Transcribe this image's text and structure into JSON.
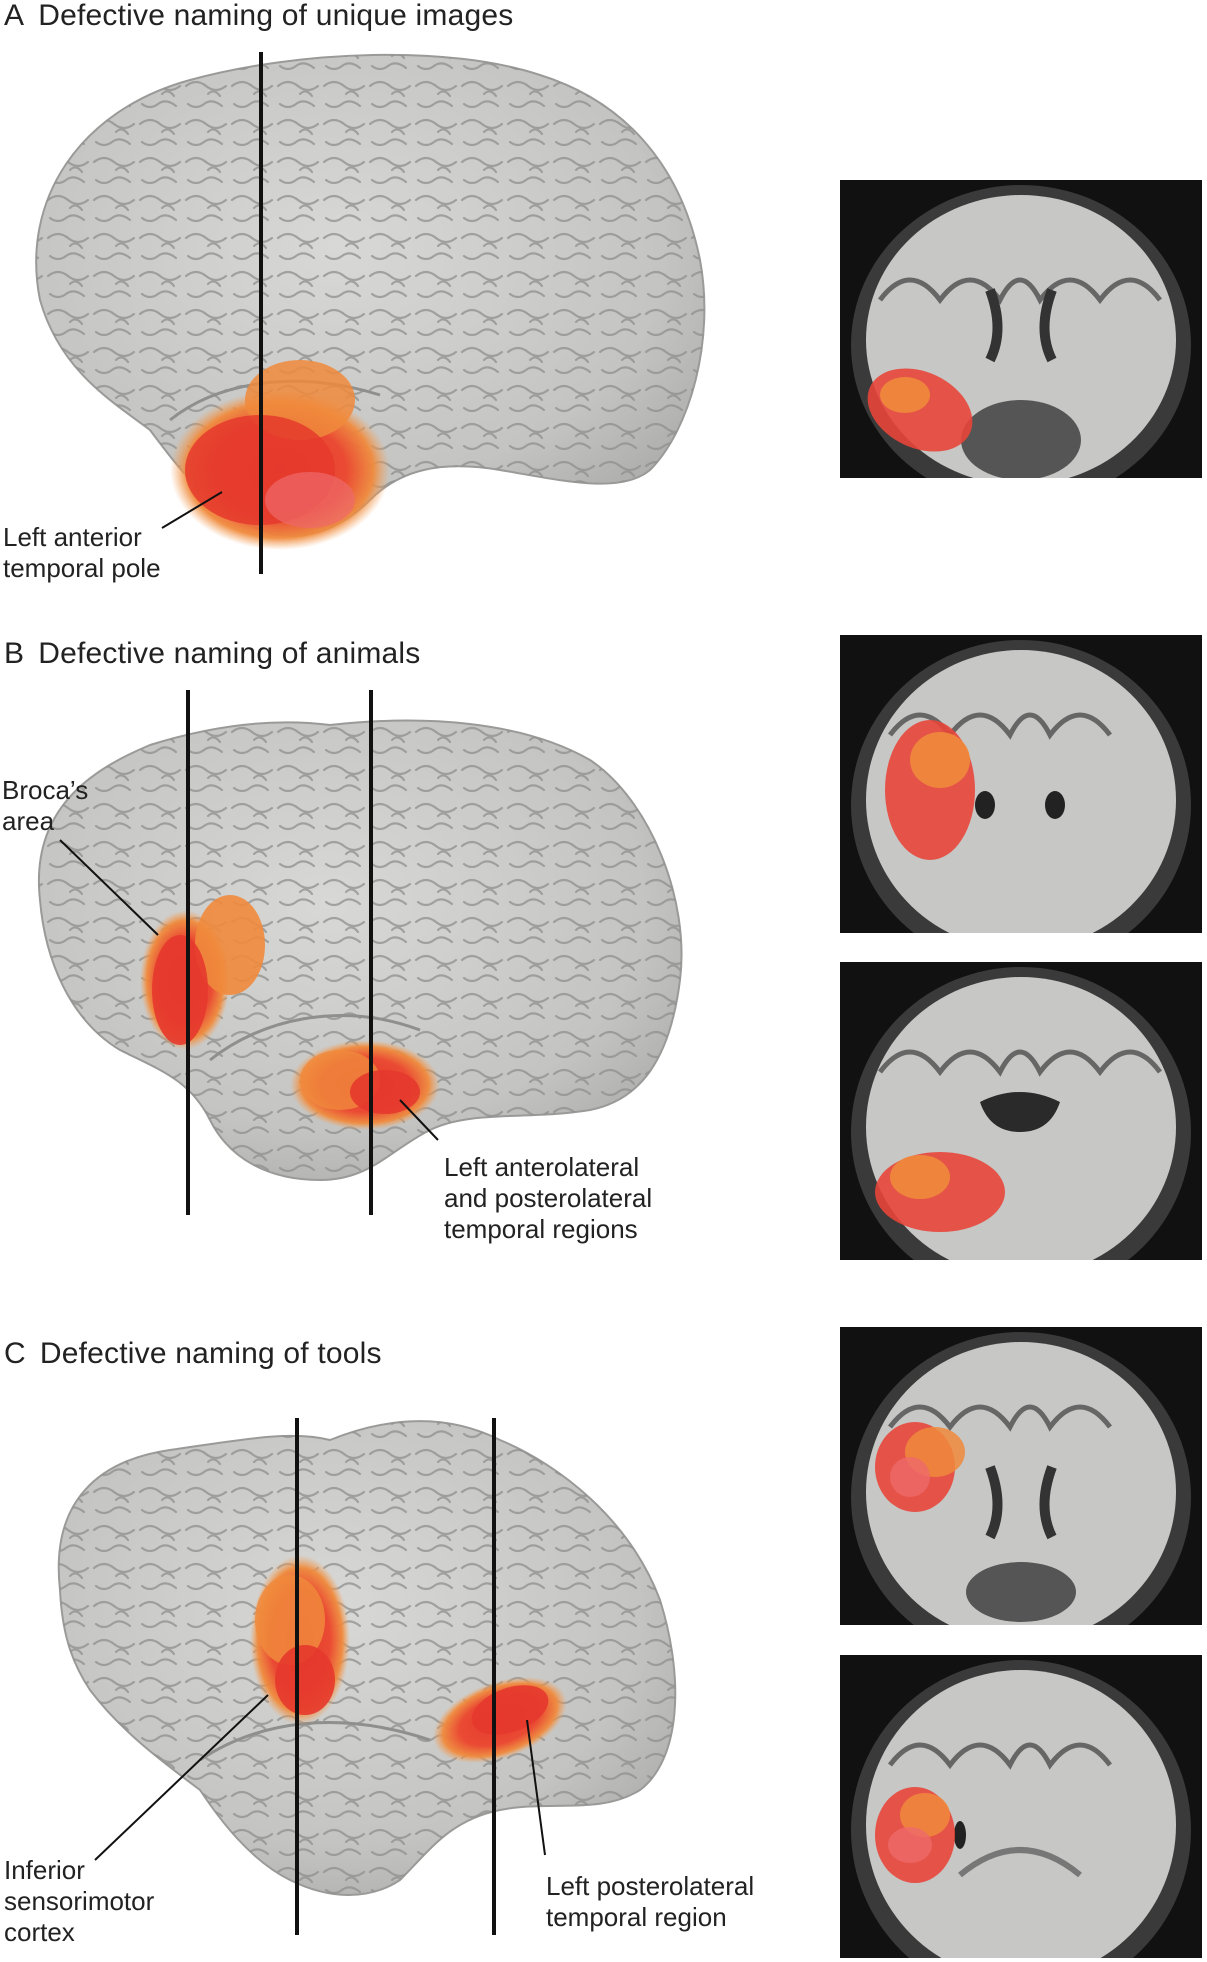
{
  "panels": [
    {
      "letter": "A",
      "title": "Defective naming of unique images",
      "labels": [
        {
          "lines": [
            "Left anterior",
            "temporal pole"
          ]
        }
      ]
    },
    {
      "letter": "B",
      "title": "Defective naming of animals",
      "labels": [
        {
          "lines": [
            "Broca’s",
            "area"
          ]
        },
        {
          "lines": [
            "Left anterolateral",
            "and posterolateral",
            "temporal regions"
          ]
        }
      ]
    },
    {
      "letter": "C",
      "title": "Defective naming of tools",
      "labels": [
        {
          "lines": [
            "Inferior",
            "sensorimotor",
            "cortex"
          ]
        },
        {
          "lines": [
            "Left posterolateral",
            "temporal region"
          ]
        }
      ]
    }
  ],
  "colors": {
    "brain": "#c9c9c7",
    "activation_core": "#e8392b",
    "activation_edge": "#f0883a",
    "mri_bg": "#111111"
  }
}
